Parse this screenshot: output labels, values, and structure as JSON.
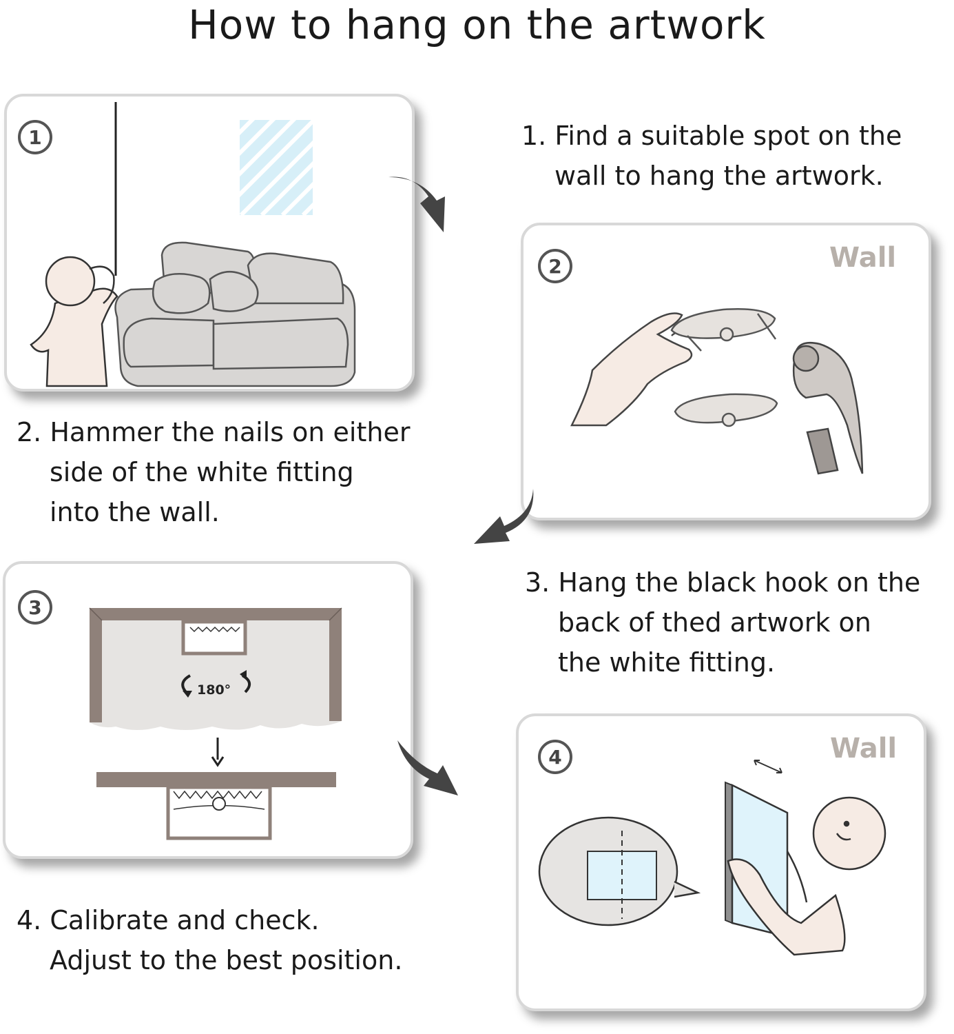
{
  "title": "How to hang on the artwork",
  "panels": [
    {
      "number": "1"
    },
    {
      "number": "2",
      "wall_label": "Wall"
    },
    {
      "number": "3",
      "rotate_label": "180°"
    },
    {
      "number": "4",
      "wall_label": "Wall"
    }
  ],
  "steps": [
    {
      "lines": [
        "1. Find a suitable spot on the",
        "wall to hang the artwork."
      ]
    },
    {
      "lines": [
        "2. Hammer the nails on either",
        "side of the white fitting",
        "into the wall."
      ]
    },
    {
      "lines": [
        "3. Hang the black hook on the",
        "back of thed artwork on",
        "the white fitting."
      ]
    },
    {
      "lines": [
        "4. Calibrate and check.",
        "Adjust to the best position."
      ]
    }
  ],
  "colors": {
    "frame": "#8f817a",
    "wall_tint": "#e6e4e2",
    "glass": "#dff3fb",
    "skin": "#f6ebe4"
  }
}
